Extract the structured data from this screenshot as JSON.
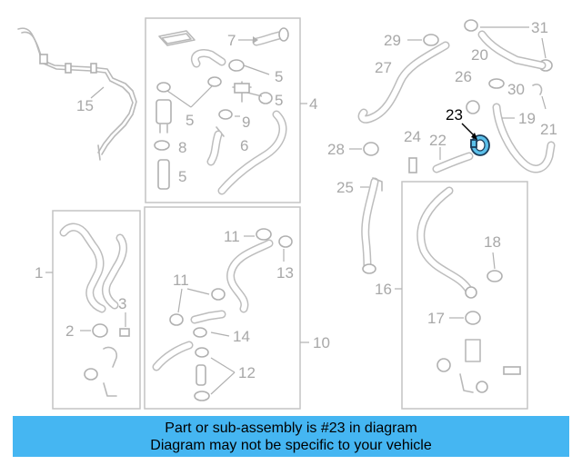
{
  "highlight": {
    "callout": "23",
    "color": "#45b6f2",
    "part_color": "#5bc0ea"
  },
  "callouts": {
    "c1": "1",
    "c2": "2",
    "c3": "3",
    "c4": "4",
    "c5a": "5",
    "c5b": "5",
    "c5c": "5",
    "c5d": "5",
    "c6": "6",
    "c7": "7",
    "c8": "8",
    "c9": "9",
    "c10": "10",
    "c11a": "11",
    "c11b": "11",
    "c12": "12",
    "c13": "13",
    "c14": "14",
    "c15": "15",
    "c16": "16",
    "c17": "17",
    "c18": "18",
    "c19": "19",
    "c20": "20",
    "c21": "21",
    "c22": "22",
    "c23": "23",
    "c24": "24",
    "c25": "25",
    "c26": "26",
    "c27": "27",
    "c28": "28",
    "c29": "29",
    "c30": "30",
    "c31": "31"
  },
  "banner": {
    "line1": "Part or sub-assembly is #23 in diagram",
    "line2": "Diagram may not be specific to your vehicle"
  }
}
